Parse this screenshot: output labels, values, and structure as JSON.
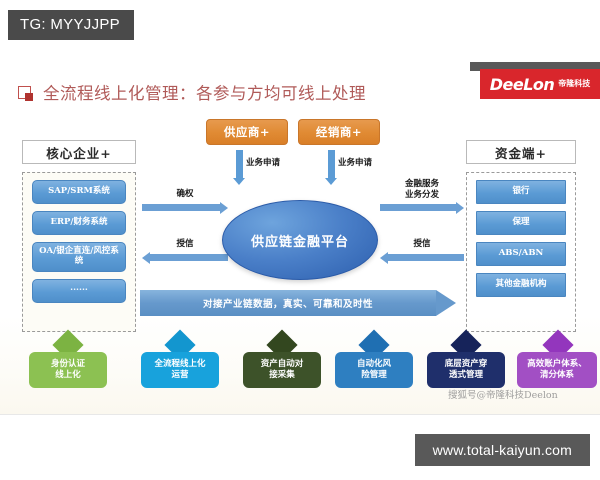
{
  "overlay": {
    "tg_badge": "TG: MYYJJPP",
    "url_plate": "www.total-kaiyun.com"
  },
  "slide": {
    "title": "全流程线上化管理：各参与方均可线上处理",
    "logo": {
      "brand": "DeeLon",
      "cn": "帝隆科技"
    },
    "watermark": "搜狐号@帝隆科技Deelon",
    "left_panel": {
      "header": "核心企业+",
      "items": [
        {
          "label": "SAP/SRM系统"
        },
        {
          "label": "ERP/财务系统"
        },
        {
          "label": "OA/银企直连/风控系统"
        },
        {
          "label": "······"
        }
      ]
    },
    "right_panel": {
      "header": "资金端+",
      "items": [
        {
          "label": "银行"
        },
        {
          "label": "保理"
        },
        {
          "label": "ABS/ABN"
        },
        {
          "label": "其他金融机构"
        }
      ]
    },
    "top_parties": [
      {
        "label": "供应商+",
        "arrow_label": "业务申请"
      },
      {
        "label": "经销商+",
        "arrow_label": "业务申请"
      }
    ],
    "center": {
      "label": "供应链金融平台"
    },
    "flows": {
      "left_top": "确权",
      "left_bottom": "授信",
      "right_top": "金融服务\n业务分发",
      "right_top_line1": "金融服务",
      "right_top_line2": "业务分发",
      "right_bottom": "授信"
    },
    "banner": {
      "label": "对接产业链数据，真实、可靠和及时性"
    },
    "features": [
      {
        "label": "身份认证\n线上化",
        "line1": "身份认证",
        "line2": "线上化",
        "chip_color": "#8cc152",
        "diamond_color": "#7cb342"
      },
      {
        "label": "全流程线上化\n运营",
        "line1": "全流程线上化",
        "line2": "运营",
        "chip_color": "#18a2dc",
        "diamond_color": "#1396cf"
      },
      {
        "label": "资产自动对\n接采集",
        "line1": "资产自动对",
        "line2": "接采集",
        "chip_color": "#3d5229",
        "diamond_color": "#33471f"
      },
      {
        "label": "自动化风\n险管理",
        "line1": "自动化风",
        "line2": "险管理",
        "chip_color": "#2e7fc1",
        "diamond_color": "#1f6fb2"
      },
      {
        "label": "底层资产穿\n透式管理",
        "line1": "底层资产穿",
        "line2": "透式管理",
        "chip_color": "#1f2f6b",
        "diamond_color": "#16235a"
      },
      {
        "label": "高效账户体系、\n清分体系",
        "line1": "高效账户体系、",
        "line2": "清分体系",
        "chip_color": "#a24fc4",
        "diamond_color": "#9336bd"
      }
    ],
    "colors": {
      "accent_blue": "#5b9bd5",
      "accent_orange": "#e08a33",
      "brand_red": "#d9262c",
      "title_red": "#b05a58"
    }
  }
}
